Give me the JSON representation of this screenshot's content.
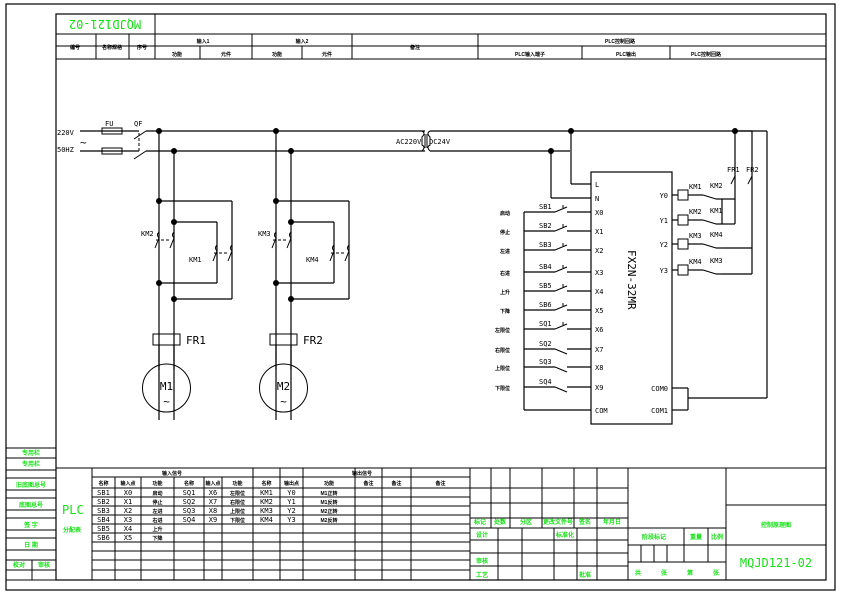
{
  "drawing": {
    "drawing_number": "MQJD121-02",
    "drawing_number_rotated": "MQJD121-02",
    "top_header": {
      "cols": [
        "编号",
        "名称规格",
        "序号"
      ],
      "group1": {
        "title": "输入1",
        "sub": [
          "功能",
          "元件"
        ]
      },
      "group2": {
        "title": "输入2",
        "sub": [
          "功能",
          "元件"
        ]
      },
      "remark": "备注",
      "plc_group": {
        "title": "PLC控制回路",
        "sub": [
          "PLC输入端子",
          "PLC输出",
          "PLC控制回路"
        ]
      }
    },
    "power": {
      "voltage": "220V",
      "frequency": "50HZ",
      "fuse": "FU",
      "breaker": "QF",
      "transformer_in": "AC220V",
      "transformer_out": "DC24V"
    },
    "main_circuit": {
      "contactors": [
        "KM2",
        "KM1",
        "KM3",
        "KM4"
      ],
      "overloads": [
        "FR1",
        "FR2"
      ],
      "motors": [
        {
          "name": "M1",
          "symbol": "~"
        },
        {
          "name": "M2",
          "symbol": "~"
        }
      ]
    },
    "plc": {
      "model": "FX2N-32MR",
      "left_terminals": [
        "L",
        "N",
        "X0",
        "X1",
        "X2",
        "X3",
        "X4",
        "X5",
        "X6",
        "X7",
        "X8",
        "X9",
        "COM"
      ],
      "right_terminals": [
        "Y0",
        "Y1",
        "Y2",
        "Y3",
        "COM0",
        "COM1"
      ],
      "inputs": [
        {
          "device": "SB1",
          "func": "启动"
        },
        {
          "device": "SB2",
          "func": "停止"
        },
        {
          "device": "SB3",
          "func": "左进"
        },
        {
          "device": "SB4",
          "func": "右进"
        },
        {
          "device": "SB5",
          "func": "上升"
        },
        {
          "device": "SB6",
          "func": "下降"
        },
        {
          "device": "SQ1",
          "func": "左限位"
        },
        {
          "device": "SQ2",
          "func": "右限位"
        },
        {
          "device": "SQ3",
          "func": "上限位"
        },
        {
          "device": "SQ4",
          "func": "下限位"
        }
      ],
      "outputs": [
        {
          "coil": "KM1",
          "interlock": "KM2"
        },
        {
          "coil": "KM2",
          "interlock": "KM1"
        },
        {
          "coil": "KM3",
          "interlock": "KM4"
        },
        {
          "coil": "KM4",
          "interlock": "KM3"
        }
      ],
      "protection": [
        "FR1",
        "FR2"
      ]
    },
    "left_strip": [
      "专用栏",
      "专用栏",
      "旧底图总号",
      "底图总号",
      "签 字",
      "日 期",
      "校对",
      "审核"
    ],
    "io_table": {
      "side_title_1": "PLC",
      "side_title_2": "分配表",
      "input_title": "输入信号",
      "input_headers": [
        "名称",
        "输入点",
        "功能",
        "名称",
        "输入点",
        "功能"
      ],
      "input_rows": [
        [
          "SB1",
          "X0",
          "启动",
          "SQ1",
          "X6",
          "左限位"
        ],
        [
          "SB2",
          "X1",
          "停止",
          "SQ2",
          "X7",
          "右限位"
        ],
        [
          "SB3",
          "X2",
          "左进",
          "SQ3",
          "X8",
          "上限位"
        ],
        [
          "SB4",
          "X3",
          "右进",
          "SQ4",
          "X9",
          "下限位"
        ],
        [
          "SB5",
          "X4",
          "上升",
          "",
          "",
          ""
        ],
        [
          "SB6",
          "X5",
          "下降",
          "",
          "",
          ""
        ]
      ],
      "output_title": "输出信号",
      "output_headers": [
        "名称",
        "输出点",
        "功能",
        "备注",
        "备注",
        "备注"
      ],
      "output_rows": [
        [
          "KM1",
          "Y0",
          "M1正转",
          "",
          "",
          ""
        ],
        [
          "KM2",
          "Y1",
          "M1反转",
          "",
          "",
          ""
        ],
        [
          "KM3",
          "Y2",
          "M2正转",
          "",
          "",
          ""
        ],
        [
          "KM4",
          "Y3",
          "M2反转",
          "",
          "",
          ""
        ]
      ]
    },
    "title_block": {
      "rev_headers": [
        "标记",
        "处数",
        "分区",
        "更改文件号",
        "签名",
        "年月日"
      ],
      "design": "设计",
      "standard": "标准化",
      "review": "审核",
      "process": "工艺",
      "approve": "批准",
      "stage_label": "阶段标记",
      "weight_label": "重量",
      "scale_label": "比例",
      "sheet_labels": [
        "共",
        "张",
        "第",
        "张"
      ],
      "drawing_title": "控制原理图",
      "drawing_code": "MQJD121-02"
    }
  }
}
